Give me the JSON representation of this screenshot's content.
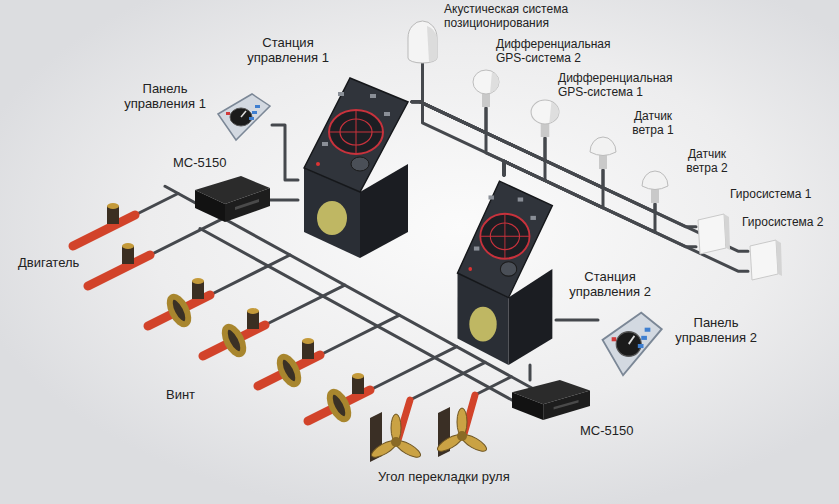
{
  "diagram": {
    "nodes": [
      {
        "text": [
          "Акустическая система позиционирования"
        ]
      },
      {
        "text": [
          "Станция управления 1"
        ]
      },
      {
        "text": [
          "Дифференциальная GPS-система 2"
        ]
      },
      {
        "text": [
          "Панель управления 1"
        ]
      },
      {
        "text": [
          "Дифференциальная GPS-система 1"
        ]
      },
      {
        "text": [
          "МС-5150"
        ]
      },
      {
        "text": [
          "Датчик ветра 1"
        ]
      },
      {
        "text": [
          "Датчик ветра 2"
        ]
      },
      {
        "text": [
          "Гиросистема 1"
        ]
      },
      {
        "text": [
          "Гиросистема 2"
        ]
      },
      {
        "text": [
          "Станция управления 2"
        ]
      },
      {
        "text": [
          "Панель управления 2"
        ]
      },
      {
        "text": [
          "МС-5150"
        ]
      }
    ],
    "edges": [
      {
        "from": 3,
        "to": 1,
        "arrow": "none"
      },
      {
        "from": 1,
        "to": 5,
        "arrow": "none"
      },
      {
        "from": 1,
        "to": 0,
        "arrow": "none"
      },
      {
        "from": 1,
        "to": 2,
        "arrow": "none"
      },
      {
        "from": 1,
        "to": 4,
        "arrow": "none"
      },
      {
        "from": 1,
        "to": 6,
        "arrow": "none"
      },
      {
        "from": 1,
        "to": 7,
        "arrow": "none"
      },
      {
        "from": 1,
        "to": 8,
        "arrow": "none"
      },
      {
        "from": 1,
        "to": 9,
        "arrow": "none"
      },
      {
        "from": 10,
        "to": 11,
        "arrow": "none"
      },
      {
        "from": 10,
        "to": 12,
        "arrow": "none"
      },
      {
        "from": 10,
        "to": 0,
        "arrow": "none"
      },
      {
        "from": 10,
        "to": 2,
        "arrow": "none"
      },
      {
        "from": 10,
        "to": 4,
        "arrow": "none"
      },
      {
        "from": 10,
        "to": 6,
        "arrow": "none"
      },
      {
        "from": 10,
        "to": 7,
        "arrow": "none"
      },
      {
        "from": 10,
        "to": 8,
        "arrow": "none"
      },
      {
        "from": 10,
        "to": 9,
        "arrow": "none"
      }
    ],
    "labels": [
      "Двигатель",
      "Винт",
      "Угол перекладки руля"
    ]
  }
}
